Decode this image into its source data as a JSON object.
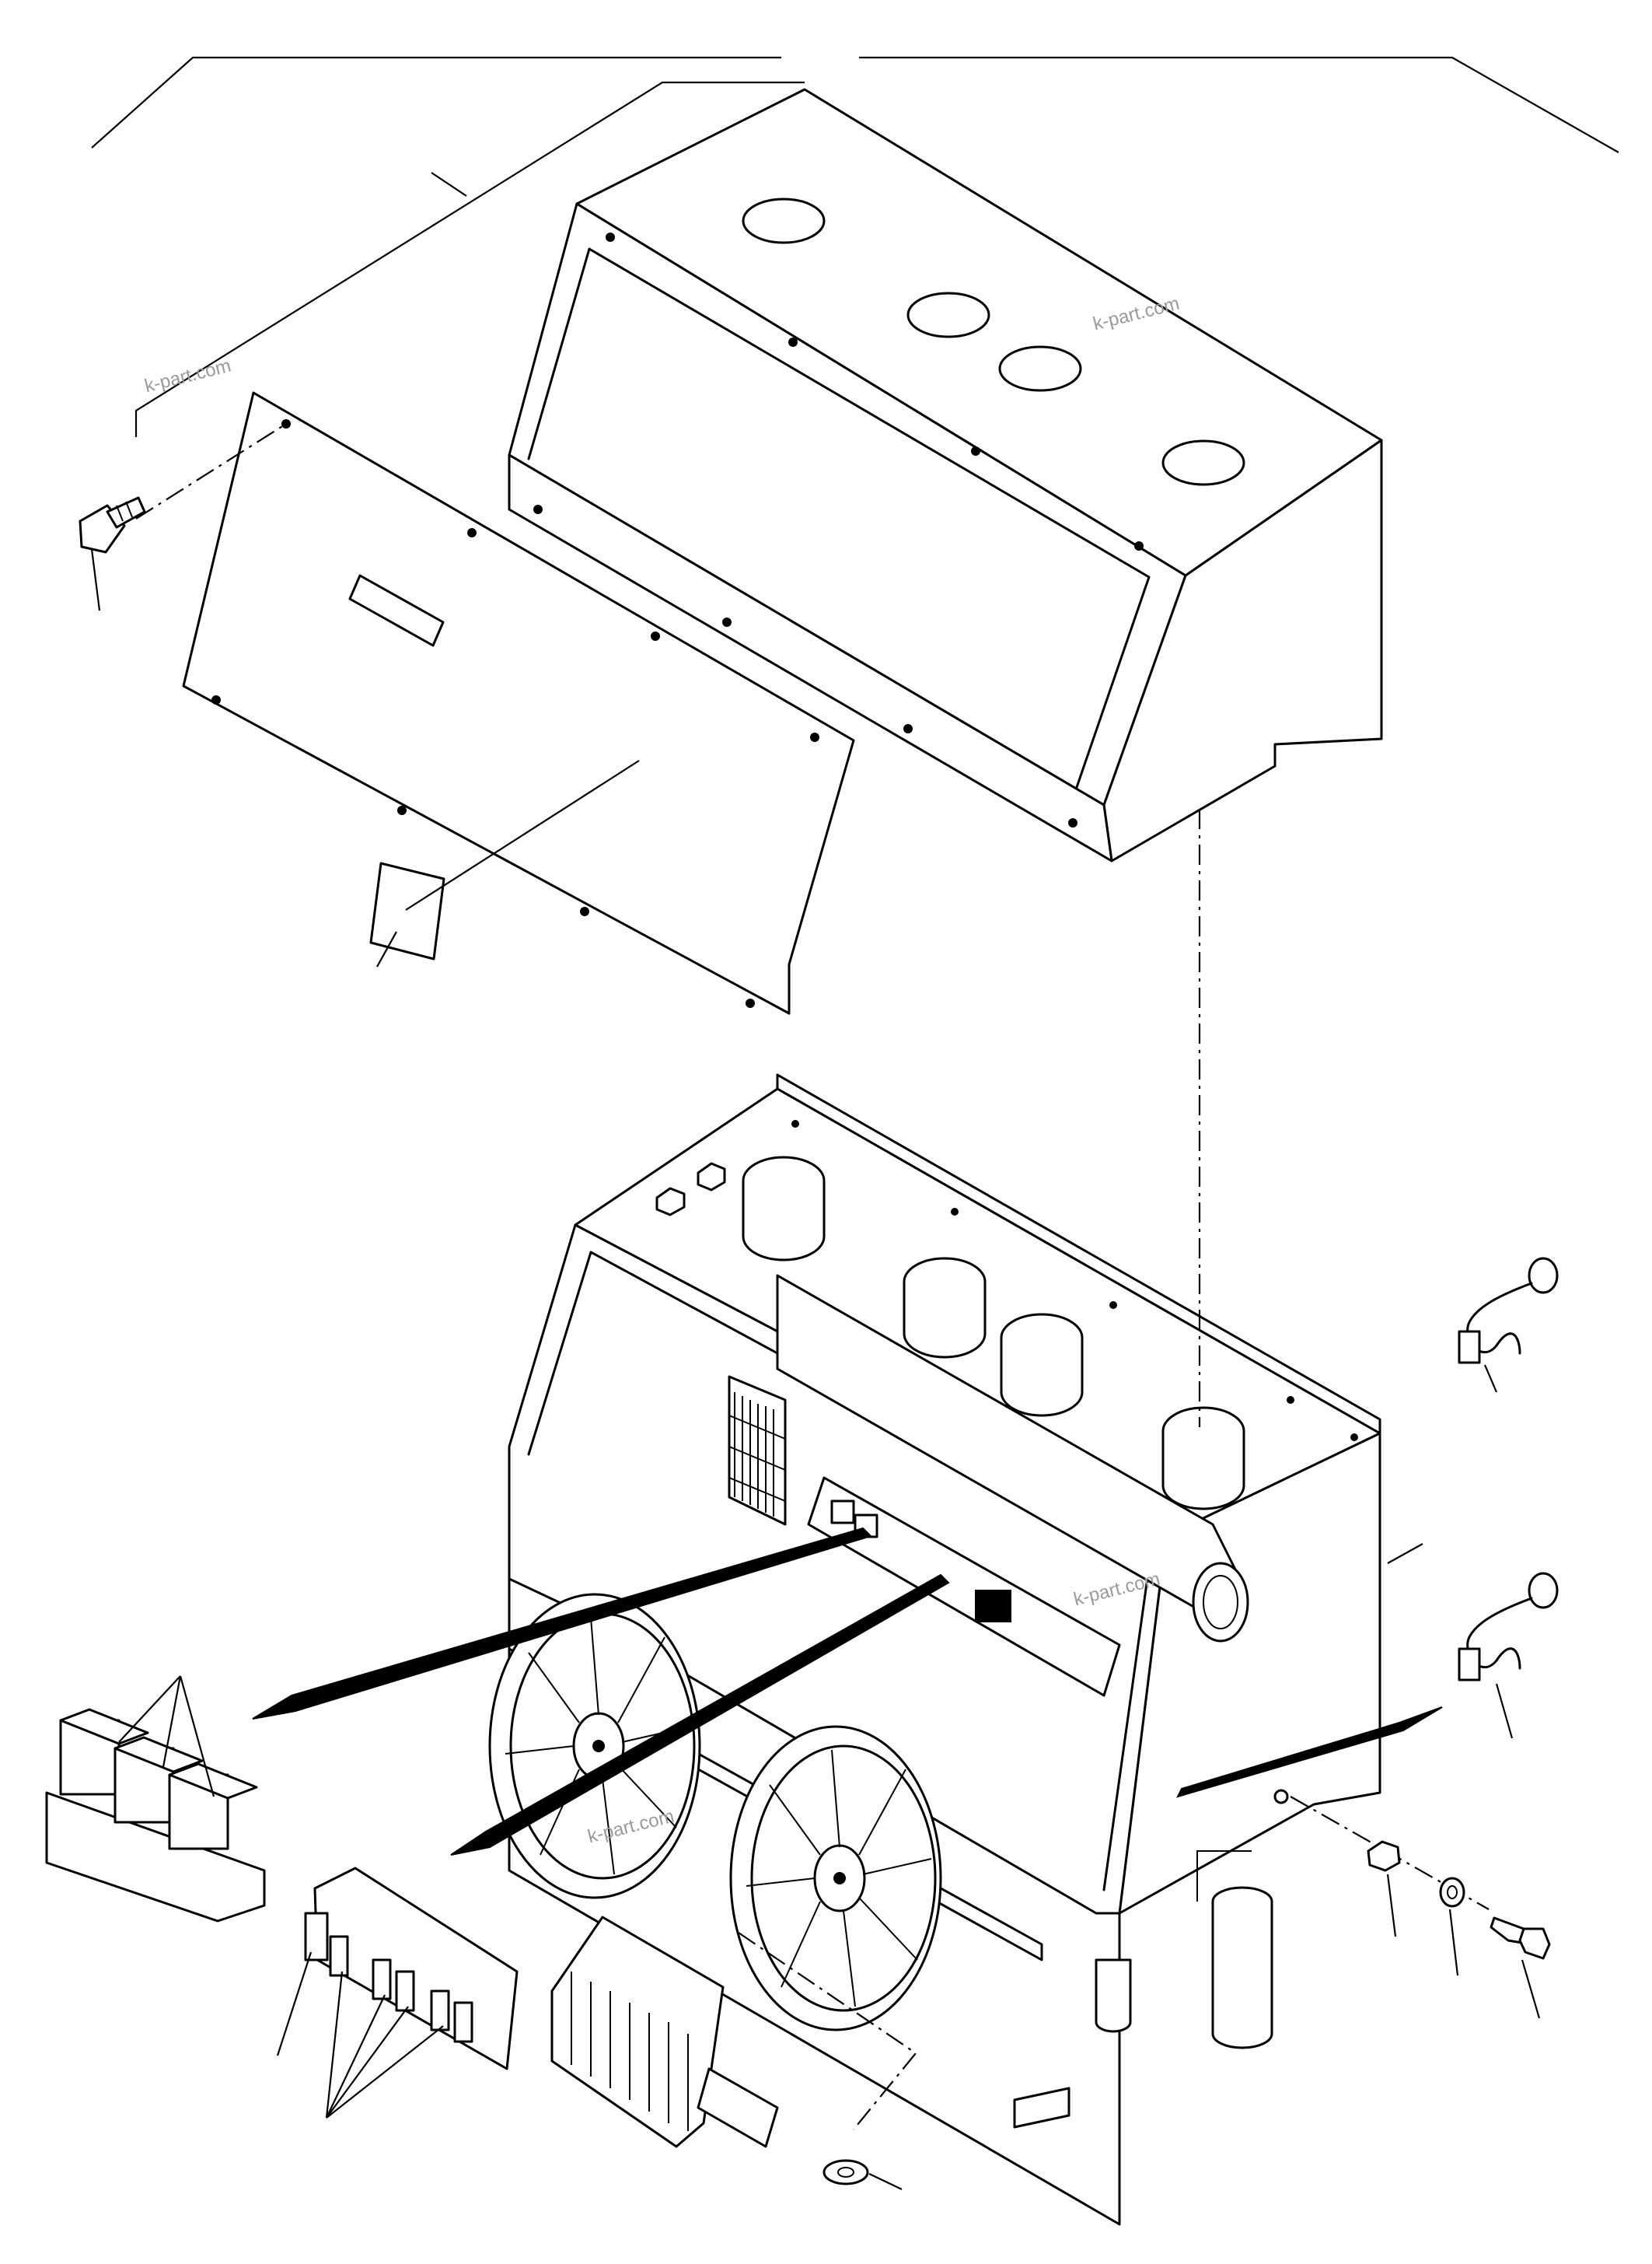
{
  "watermarks": [
    "k-part.com",
    "k-part.com",
    "k-part.com",
    "k-part.com"
  ],
  "colors": {
    "line": "#000000",
    "background": "#ffffff",
    "watermark": "#9a9a9a"
  }
}
